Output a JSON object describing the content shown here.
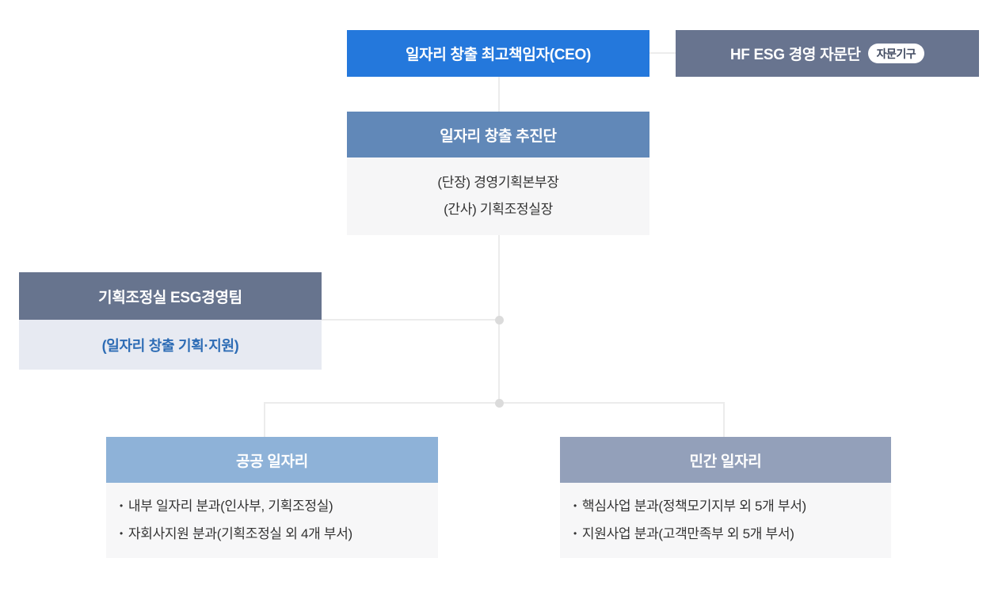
{
  "chart": {
    "type": "org-chart",
    "ceo": {
      "label": "일자리 창출 최고책임자(CEO)"
    },
    "advisory": {
      "label": "HF ESG 경영 자문단",
      "badge": "자문기구"
    },
    "taskforce": {
      "title": "일자리 창출 추진단",
      "lines": [
        "(단장) 경영기획본부장",
        "(간사) 기획조정실장"
      ]
    },
    "esg_team": {
      "title": "기획조정실 ESG경영팀",
      "note": "(일자리 창출 기획·지원)"
    },
    "public_jobs": {
      "title": "공공 일자리",
      "items": [
        "내부 일자리 분과(인사부, 기획조정실)",
        "자회사지원 분과(기획조정실 외 4개 부서)"
      ]
    },
    "private_jobs": {
      "title": "민간 일자리",
      "items": [
        "핵심사업 분과(정책모기지부 외 5개 부서)",
        "지원사업 분과(고객만족부 외 5개 부서)"
      ]
    },
    "bullet": "•"
  },
  "colors": {
    "ceo_bg": "#2478dc",
    "advisory_bg": "#68748f",
    "badge_bg": "#ffffff",
    "badge_text": "#414b61",
    "taskforce_header_bg": "#6188b8",
    "taskforce_body_bg": "#f6f6f7",
    "esg_header_bg": "#67748e",
    "esg_body_bg": "#e7eaf2",
    "esg_note_text": "#2d6cb5",
    "public_header_bg": "#8eb2d8",
    "private_header_bg": "#93a0ba",
    "bottom_body_bg": "#f7f7f8",
    "body_text": "#333333",
    "connector_line": "#ececec",
    "connector_dot": "#dbdbdb"
  }
}
